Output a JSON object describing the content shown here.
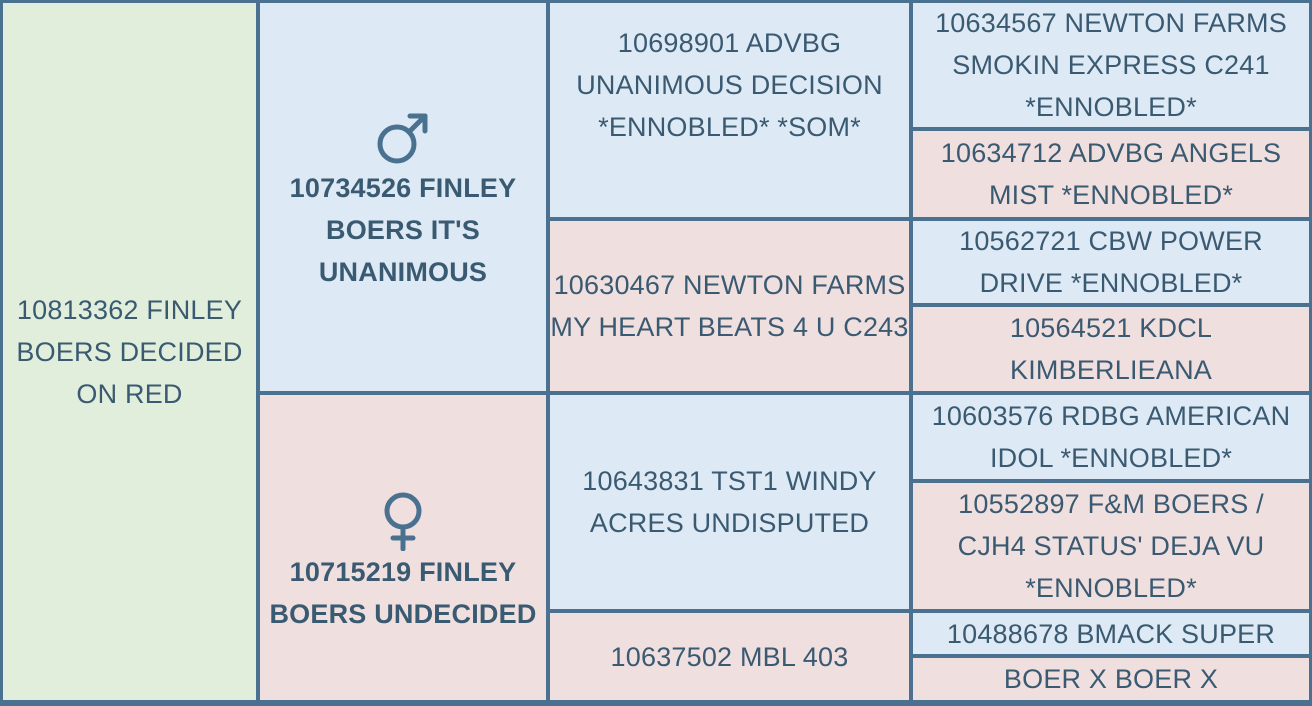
{
  "colors": {
    "border": "#4a7290",
    "subject_bg": "#e1eedb",
    "male_bg": "#dde9f4",
    "female_bg": "#f0dfdf",
    "text": "#3a5a72"
  },
  "subject": {
    "name": "10813362 FINLEY BOERS DECIDED ON RED"
  },
  "sire": {
    "name": "10734526 FINLEY BOERS IT'S UNANIMOUS",
    "icon": "male-symbol-icon"
  },
  "dam": {
    "name": "10715219 FINLEY BOERS UNDECIDED",
    "icon": "female-symbol-icon"
  },
  "grandparents": {
    "sire_sire": "10698901 ADVBG UNANIMOUS DECISION *ENNOBLED* *SOM*",
    "sire_dam": "10630467 NEWTON FARMS MY HEART BEATS 4 U C243",
    "dam_sire": "10643831 TST1 WINDY ACRES UNDISPUTED",
    "dam_dam": "10637502 MBL 403"
  },
  "great_grandparents": {
    "ss_sire": "10634567 NEWTON FARMS SMOKIN EXPRESS C241 *ENNOBLED*",
    "ss_dam": "10634712 ADVBG ANGELS MIST *ENNOBLED*",
    "sd_sire": "10562721 CBW POWER DRIVE *ENNOBLED*",
    "sd_dam": "10564521 KDCL KIMBERLIEANA",
    "ds_sire": "10603576 RDBG AMERICAN IDOL *ENNOBLED*",
    "ds_dam": "10552897 F&M BOERS / CJH4 STATUS' DEJA VU *ENNOBLED*",
    "dd_sire": "10488678 BMACK SUPER",
    "dd_dam": "BOER X BOER X"
  }
}
